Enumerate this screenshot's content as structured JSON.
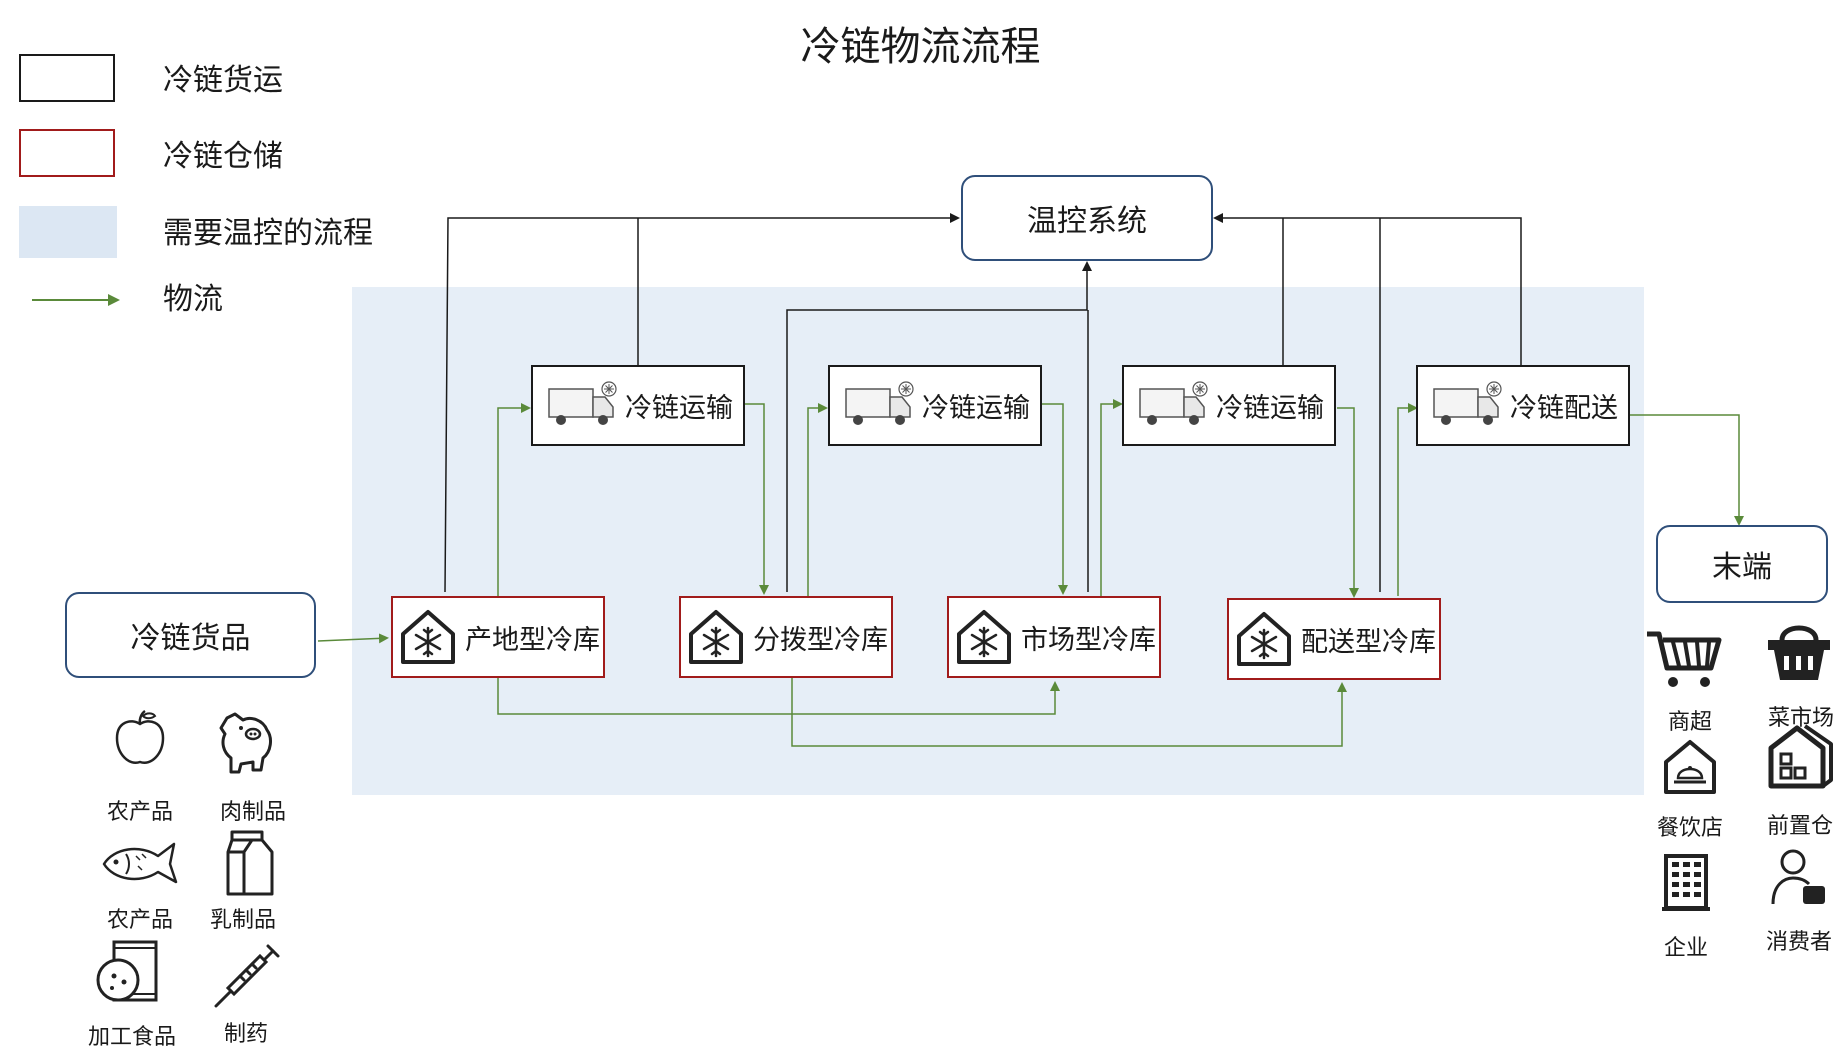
{
  "title": "冷链物流流程",
  "legend": {
    "freight": "冷链货运",
    "storage": "冷链仓储",
    "temp_process": "需要温控的流程",
    "logistics": "物流"
  },
  "colors": {
    "flow_arrow": "#5a8a3a",
    "control_arrow": "#1a1a1a",
    "storage_border": "#a11b1b",
    "blue_border": "#2f4f7a",
    "shade": "#e6eef7"
  },
  "nodes": {
    "temp_control": "温控系统",
    "goods": "冷链货品",
    "end": "末端",
    "transport_1": "冷链运输",
    "transport_2": "冷链运输",
    "transport_3": "冷链运输",
    "delivery": "冷链配送",
    "warehouse_origin": "产地型冷库",
    "warehouse_distribution": "分拨型冷库",
    "warehouse_market": "市场型冷库",
    "warehouse_delivery": "配送型冷库"
  },
  "products": [
    {
      "label": "农产品",
      "icon": "apple-icon"
    },
    {
      "label": "肉制品",
      "icon": "pig-icon"
    },
    {
      "label": "农产品",
      "icon": "fish-icon"
    },
    {
      "label": "乳制品",
      "icon": "milk-carton-icon"
    },
    {
      "label": "加工食品",
      "icon": "chips-bag-icon"
    },
    {
      "label": "制药",
      "icon": "syringe-icon"
    }
  ],
  "endpoints": [
    {
      "label": "商超",
      "icon": "shopping-cart-icon"
    },
    {
      "label": "菜市场",
      "icon": "basket-icon"
    },
    {
      "label": "餐饮店",
      "icon": "restaurant-icon"
    },
    {
      "label": "前置仓",
      "icon": "front-warehouse-icon"
    },
    {
      "label": "企业",
      "icon": "office-building-icon"
    },
    {
      "label": "消费者",
      "icon": "consumer-icon"
    }
  ]
}
